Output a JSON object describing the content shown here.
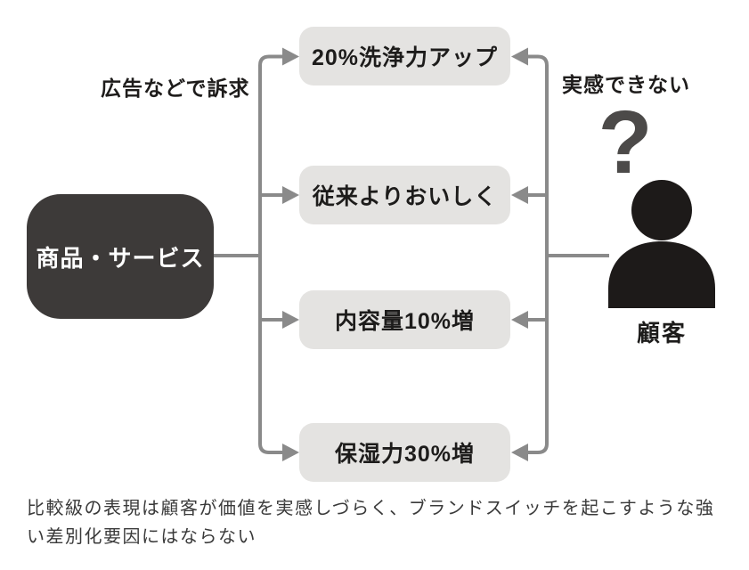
{
  "diagram": {
    "source": {
      "label": "商品・サービス"
    },
    "annotations": {
      "left": "広告などで訴求",
      "right": "実感できない"
    },
    "claims": [
      {
        "label": "20%洗浄力アップ"
      },
      {
        "label": "従来よりおいしく"
      },
      {
        "label": "内容量10%増"
      },
      {
        "label": "保湿力30%増"
      }
    ],
    "customer": {
      "label": "顧客",
      "question_glyph": "?"
    },
    "caption": "比較級の表現は顧客が価値を実感しづらく、ブランドスイッチを起こすような強い差別化要因にはならない",
    "colors": {
      "claim_box_bg": "#e4e3e1",
      "source_box_bg": "#3d3a39",
      "source_box_text": "#ffffff",
      "connector": "#8a8a8a",
      "person_silhouette": "#1d1a19",
      "question_mark": "#4c4a49",
      "text": "#1d1c1b",
      "caption_text": "#3a3a3a",
      "background": "#ffffff"
    }
  }
}
